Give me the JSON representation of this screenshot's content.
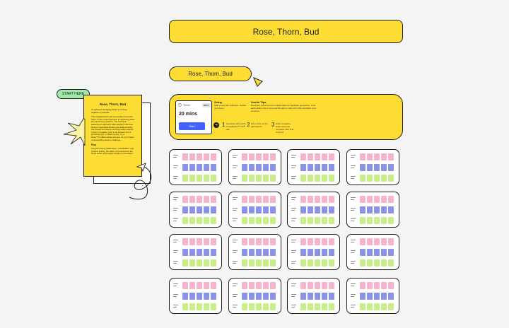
{
  "board": {
    "title": "Rose, Thorn, Bud",
    "section_label": "Rose, Thorn, Bud"
  },
  "start_tag": "START HERE",
  "info_doc": {
    "title": "Rose, Thorn, Bud",
    "p1": "A method of identifying things as positive, negative or potential.",
    "p2": "This straightforward and memorable framework offers a color-coded approach to assessing ideas and structuring problems. The technique assesses an approach each situation with three phases: methodical thinking and analysis ability. Use Rose/Thorn/Bud to identify positive aspects (roses), a negative point to be focused, and a promising spot or hidden (buds). Try a Rose/Thorn/Bud activity and give it a go to better understanding ahead a challenge.",
    "pros_head": "Pros",
    "pros_body": "Promotes quick collaboration, consolidation, and problem solving, the value of the focus from the inside areas. Encourages Positive conversation."
  },
  "timer": {
    "label": "Timer",
    "badge": "BETA",
    "value": "20 mins",
    "start_label": "Start"
  },
  "setup": {
    "heading": "Setup",
    "body": "Start a team file collection, Gather your team."
  },
  "tips": {
    "heading": "Useful Tips",
    "body": "Generate, asynchronous collaboration for feedback generation. Limit each sticky note to one topic/thought or idea. Prioritize feedback over solutions."
  },
  "steps": [
    {
      "num": "1",
      "text": "Generate with points of feedback for each pair"
    },
    {
      "num": "2",
      "text": "Set a timer for the participants"
    },
    {
      "num": "3",
      "text": "When complete, Have everyone complete their final columns"
    }
  ],
  "colors": {
    "yellow": "#fddc33",
    "rose": "#f7b3ca",
    "thorn": "#8a93e8",
    "bud": "#c8ee8a",
    "accent": "#4262ff"
  },
  "icons": {
    "timer": "clock-icon",
    "go": "arrow-right-icon",
    "decor": [
      "starburst-icon",
      "paper-plane-icon",
      "scribble-line-icon",
      "triangle-arrow-icon"
    ]
  },
  "grid": {
    "rows": 4,
    "cols": 4,
    "rose_count": 5,
    "thorn_count": 5,
    "bud_count": 5
  }
}
